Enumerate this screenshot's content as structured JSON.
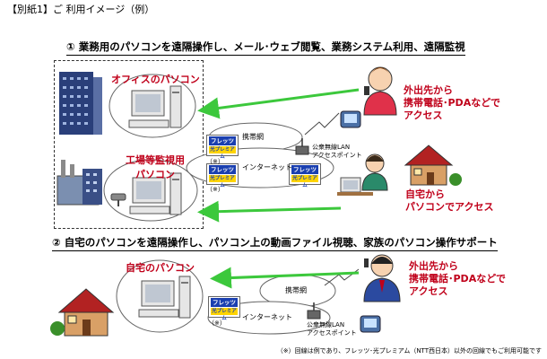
{
  "header": {
    "doc_label": "【別紙1】ご 利用イメージ（例）"
  },
  "section1": {
    "heading": "① 業務用のパソコンを遠隔操作し、メール･ウェブ閲覧、業務システム利用、遠隔監視",
    "office_pc_label": "オフィスのパソコン",
    "monitor_pc_label_line1": "工場等監視用",
    "monitor_pc_label_line2": "パソコン",
    "mobile_network": "携帯網",
    "internet": "インターネット",
    "ap_label_line1": "公衆無線LAN",
    "ap_label_line2": "アクセスポイント",
    "outdoor_access_line1": "外出先から",
    "outdoor_access_line2": "携帯電話･PDAなどで",
    "outdoor_access_line3": "アクセス",
    "home_access_line1": "自宅から",
    "home_access_line2": "パソコンでアクセス",
    "note_mark_1": "（※）",
    "note_mark_2": "（※）"
  },
  "section2": {
    "heading": "② 自宅のパソコンを遠隔操作し、パソコン上の動画ファイル視聴、家族のパソコン操作サポート",
    "home_pc_label": "自宅のパソコン",
    "mobile_network": "携帯網",
    "internet": "インターネット",
    "ap_label_line1": "公衆無線LAN",
    "ap_label_line2": "アクセスポイント",
    "outdoor_access_line1": "外出先から",
    "outdoor_access_line2": "携帯電話･PDAなどで",
    "outdoor_access_line3": "アクセス",
    "note_mark": "（※）"
  },
  "flets": {
    "top": "フレッツ",
    "bottom": "光プレミアム"
  },
  "footnote": "（※）回線は例であり、フレッツ･光プレミアム（NTT西日本）以外の回線でもご利用可能です",
  "colors": {
    "accent_red": "#c0001a",
    "arrow_green": "#3cc83c",
    "flets_blue": "#1a3fb0",
    "flets_yellow": "#ffd400"
  }
}
